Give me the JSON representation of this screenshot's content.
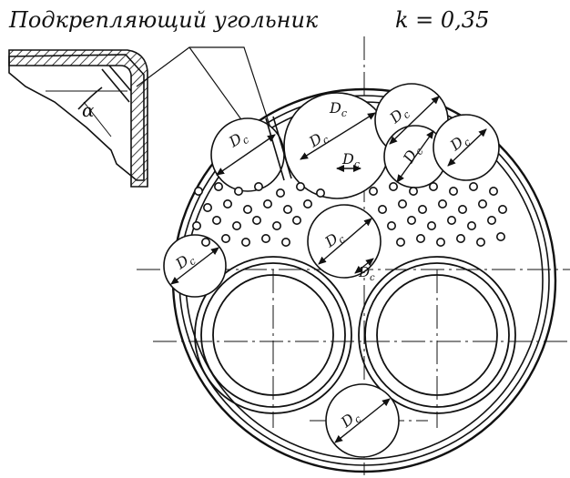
{
  "header": {
    "caption": "Подкрепляющий угольник",
    "k_value": "k = 0,35"
  },
  "detail": {
    "angle_label": "α"
  },
  "diagram": {
    "dim_label": "D",
    "dim_sub": "c"
  }
}
